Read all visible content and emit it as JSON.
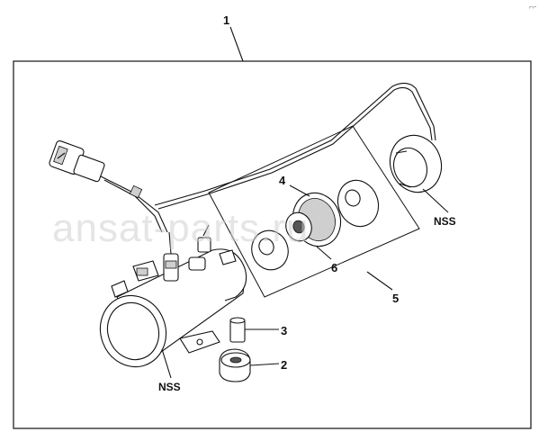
{
  "corner_mark": "⌐⌐",
  "watermark": "ansat-parts.ru",
  "callouts": {
    "c1": "1",
    "c2": "2",
    "c3": "3",
    "c4": "4",
    "c5": "5",
    "c6": "6"
  },
  "nss_labels": {
    "right": "NSS",
    "bottom": "NSS"
  }
}
